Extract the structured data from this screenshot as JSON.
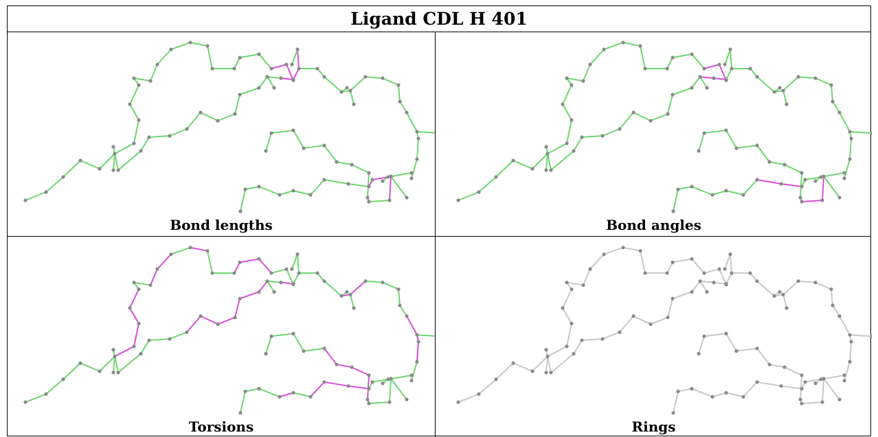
{
  "title": "Ligand CDL H 401",
  "panels": [
    {
      "id": "bond-lengths",
      "label": "Bond lengths",
      "mode": "lengths"
    },
    {
      "id": "bond-angles",
      "label": "Bond angles",
      "mode": "angles"
    },
    {
      "id": "torsions",
      "label": "Torsions",
      "mode": "torsions"
    },
    {
      "id": "rings",
      "label": "Rings",
      "mode": "rings"
    }
  ],
  "colors": {
    "ok": "#6fd66f",
    "outlier": "#d84fd8",
    "neutral": "#c8c8c8",
    "atom": "#8a8a8a",
    "border": "#000000"
  }
}
